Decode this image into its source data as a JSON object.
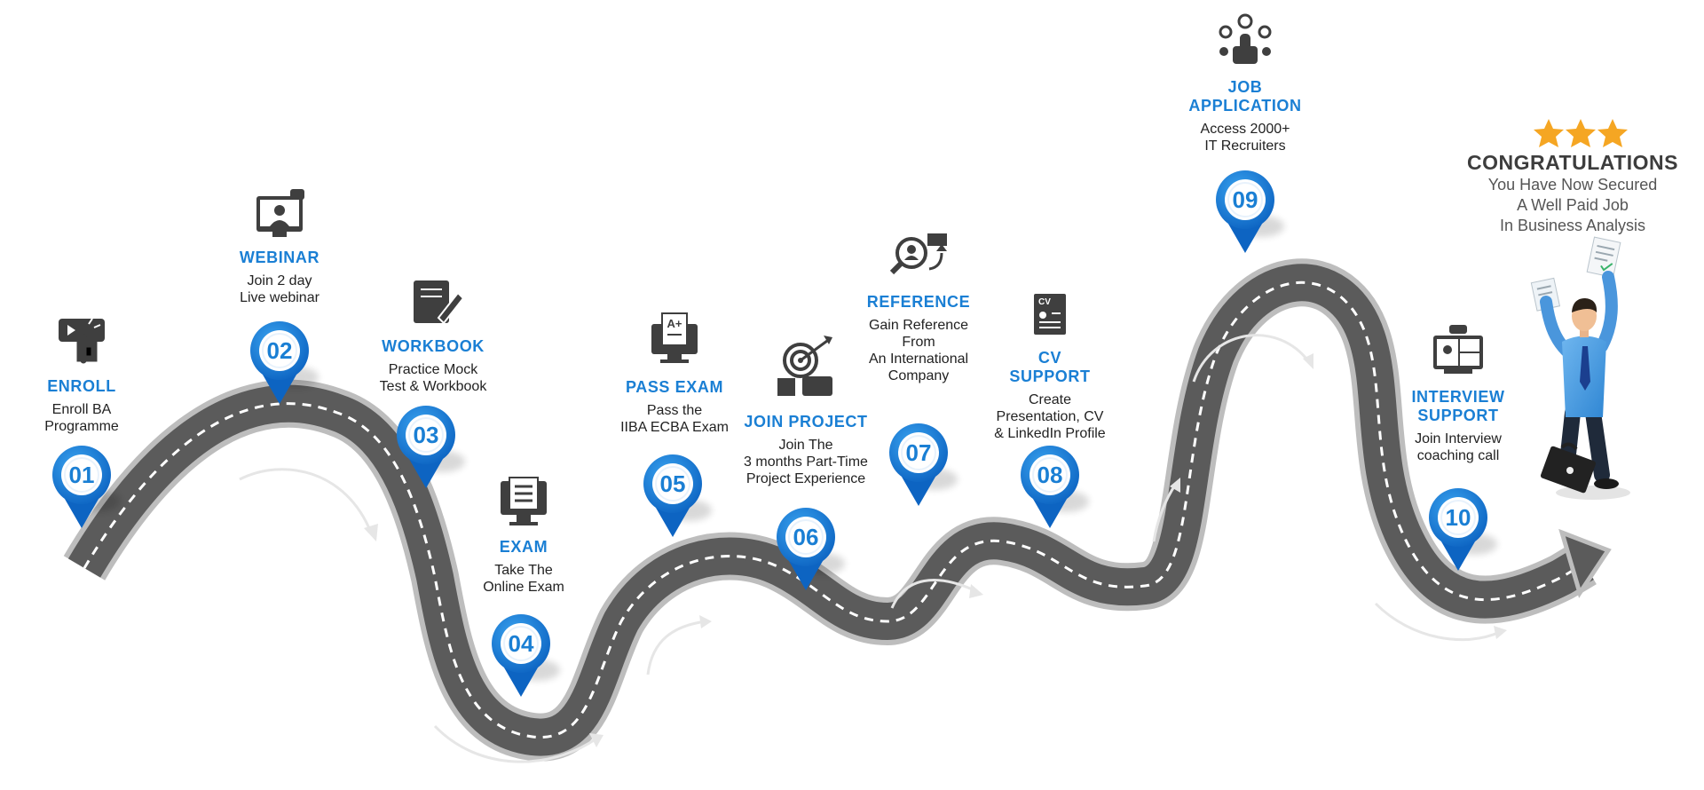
{
  "colors": {
    "accent": "#1a7fd4",
    "road": "#5a5a5a",
    "road_edge": "#b8b8b8",
    "icon": "#3f3f3f",
    "star": "#f5a623"
  },
  "steps": [
    {
      "num": "01",
      "title": [
        "ENROLL"
      ],
      "desc": [
        "Enroll BA",
        "Programme"
      ],
      "icon": "touch-screen-icon"
    },
    {
      "num": "02",
      "title": [
        "WEBINAR"
      ],
      "desc": [
        "Join 2 day",
        "Live webinar"
      ],
      "icon": "video-call-icon"
    },
    {
      "num": "03",
      "title": [
        "WORKBOOK"
      ],
      "desc": [
        "Practice Mock",
        "Test & Workbook"
      ],
      "icon": "notebook-pencil-icon"
    },
    {
      "num": "04",
      "title": [
        "EXAM"
      ],
      "desc": [
        "Take The",
        "Online Exam"
      ],
      "icon": "exam-monitor-icon"
    },
    {
      "num": "05",
      "title": [
        "PASS EXAM"
      ],
      "desc": [
        "Pass the",
        "IIBA ECBA Exam"
      ],
      "icon": "grade-a-plus-icon"
    },
    {
      "num": "06",
      "title": [
        "JOIN PROJECT"
      ],
      "desc": [
        "Join The",
        "3 months Part-Time",
        "Project Experience"
      ],
      "icon": "project-target-icon"
    },
    {
      "num": "07",
      "title": [
        "REFERENCE"
      ],
      "desc": [
        "Gain Reference",
        "From",
        "An International",
        "Company"
      ],
      "icon": "reference-search-icon"
    },
    {
      "num": "08",
      "title": [
        "CV",
        "SUPPORT"
      ],
      "desc": [
        "Create",
        "Presentation, CV",
        "& LinkedIn Profile"
      ],
      "icon": "cv-document-icon"
    },
    {
      "num": "09",
      "title": [
        "JOB",
        "APPLICATION"
      ],
      "desc": [
        "Access 2000+",
        "IT Recruiters"
      ],
      "icon": "network-hand-icon"
    },
    {
      "num": "10",
      "title": [
        "INTERVIEW",
        "SUPPORT"
      ],
      "desc": [
        "Join Interview",
        "coaching call"
      ],
      "icon": "interview-call-icon"
    }
  ],
  "congrats": {
    "title": "CONGRATULATIONS",
    "lines": [
      "You Have Now Secured",
      "A Well Paid Job",
      "In Business Analysis"
    ],
    "stars": 3
  }
}
